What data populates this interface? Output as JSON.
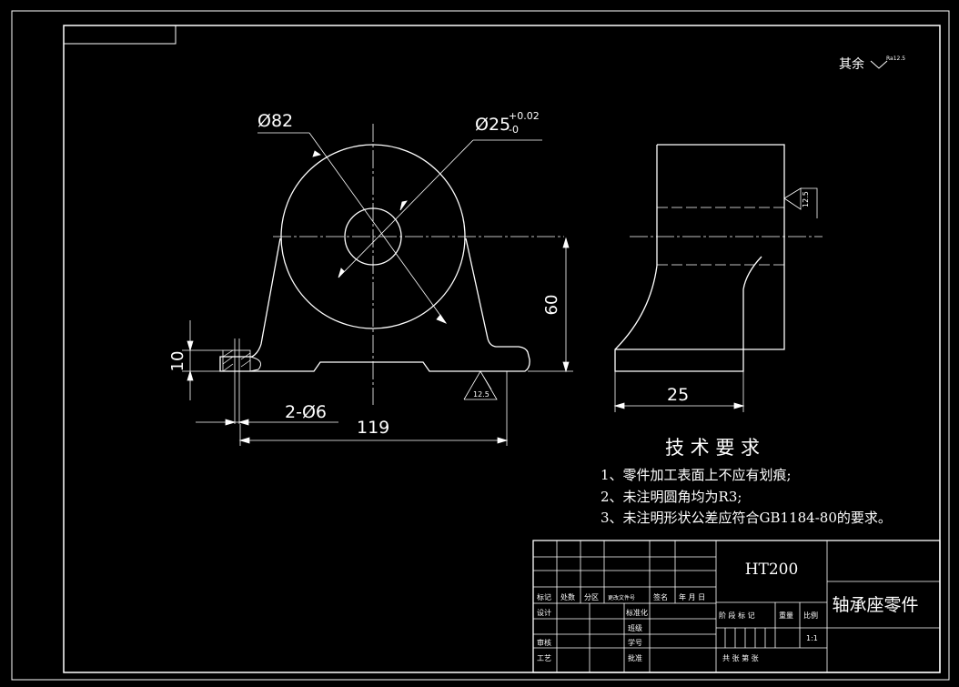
{
  "surface_finish_note": {
    "label": "其余",
    "value": "Ra12.5"
  },
  "dimensions": {
    "outer_diameter": "Ø82",
    "bore_diameter": "Ø25",
    "bore_tol_upper": "+0.02",
    "bore_tol_lower": "-0",
    "center_height": "60",
    "base_thickness": "10",
    "hole_spec": "2-Ø6",
    "overall_length": "119",
    "side_width": "25"
  },
  "roughness_marks": {
    "base": "12.5",
    "side": "12.5"
  },
  "tech_requirements": {
    "title": "技 术 要 求",
    "items": [
      "1、零件加工表面上不应有划痕;",
      "2、未注明圆角均为R3;",
      "3、未注明形状公差应符合GB1184-80的要求。"
    ]
  },
  "title_block": {
    "material": "HT200",
    "part_name": "轴承座零件",
    "revision_headers": [
      "标记",
      "处数",
      "分区",
      "更改文件号",
      "签名",
      "年 月 日"
    ],
    "design": "设计",
    "standardization": "标准化",
    "review": "审核",
    "process": "工艺",
    "approve": "批准",
    "stage_label": "阶 段 标 记",
    "weight_label": "重量",
    "scale_label": "比例",
    "scale_value": "1:1",
    "sheet_label": "共   张  第   张",
    "cell_a": "班级",
    "cell_b": "学号"
  },
  "colors": {
    "background": "#000000",
    "line": "#ffffff"
  }
}
